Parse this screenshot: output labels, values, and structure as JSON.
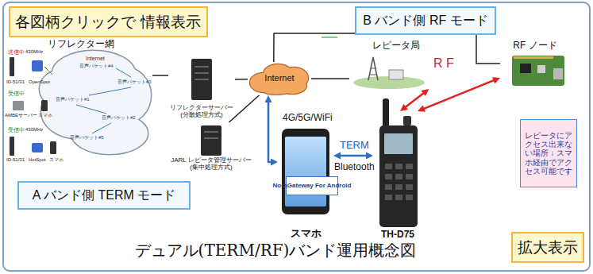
{
  "diagram": {
    "caption": "デュアル(TERM/RF)バンド運用概念図",
    "nodes": [
      {
        "text": [
          "各図柄クリックで 情報表示"
        ]
      },
      {
        "text": [
          "B バンド側 RF モード"
        ]
      },
      {
        "text": [
          "リフレクター網"
        ]
      },
      {
        "text": [
          "リフレクターサーバー (分散処理方式)"
        ]
      },
      {
        "text": [
          "JARL レピータ管理サーバー (集中処理方式)"
        ]
      },
      {
        "text": [
          "Internet"
        ]
      },
      {
        "text": [
          "レピータ局"
        ]
      },
      {
        "text": [
          "RF ノード"
        ]
      },
      {
        "text": [
          "スマホ"
        ]
      },
      {
        "text": [
          "NoraGateway For Android"
        ],
        "in": 8
      },
      {
        "text": [
          "TH-D75"
        ]
      },
      {
        "text": [
          "レピータにアクセス出来ない場所 ↓ スマホ経由でアクセス可能です"
        ]
      },
      {
        "text": [
          "A バンド側 TERM モード"
        ]
      },
      {
        "text": [
          "拡大表示"
        ]
      }
    ],
    "edges": [
      {
        "from": 2,
        "to": 3,
        "arrow": "none"
      },
      {
        "from": 3,
        "to": 5,
        "arrow": "none"
      },
      {
        "from": 4,
        "to": 5,
        "arrow": "none"
      },
      {
        "from": 5,
        "to": 6,
        "arrow": "none"
      },
      {
        "from": 5,
        "to": 7,
        "arrow": "none"
      },
      {
        "from": 8,
        "to": 5,
        "arrow": "both"
      },
      {
        "from": 8,
        "to": 10,
        "arrow": "both"
      },
      {
        "from": 6,
        "to": 10,
        "arrow": "both"
      },
      {
        "from": 10,
        "to": 7,
        "arrow": "both"
      }
    ],
    "labels": [
      "R F",
      "4G/5G/WiFi",
      "TERM",
      "Bluetooth",
      "Internet",
      "音声パケット#4",
      "音声パケット#3",
      "音声パケット#1",
      "音声パケット#2",
      "音声パケット#5",
      "送信中",
      "430MHz",
      "ID-51/31",
      "OpenSpot",
      "受信中",
      "AMBEサーバー",
      "スマホ",
      "受信中",
      "430MHz",
      "ID-51/31",
      "HotSpot",
      "スマホ"
    ]
  }
}
